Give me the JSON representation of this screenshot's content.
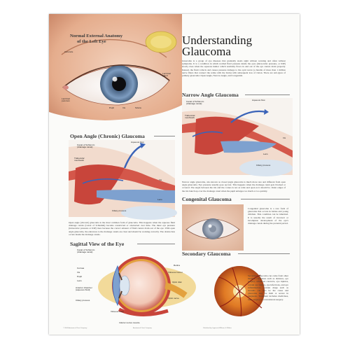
{
  "poster": {
    "title_line1": "Understanding",
    "title_line2": "Glaucoma",
    "intro": "Glaucoma is a group of eye diseases that gradually steals sight without warning and often without symptoms. It is a condition in which normal fluid pressure inside the eyes (intraocular pressure, or IOP) slowly rises when the aqueous humor which normally flows in and out of the eye cannot drain properly. Instead, the fluid collects and causes pressure damage to the optic nerve (a bundle of more than 1 million nerve fibers that connect the retina with the brain) with subsequent loss of vision. There are sub-types of primary glaucoma: Open Angle, Narrow Angle, and Congenital."
  },
  "external": {
    "title_line1": "Normal External Anatomy",
    "title_line2": "of the Left Eye",
    "labels": {
      "caruncle": "Caruncle",
      "lacrimal_gland": "Lacrimal gland",
      "lacrimal_punctum": "Lacrimal punctum",
      "pupil": "Pupil",
      "iris": "Iris",
      "sclera": "Sclera"
    }
  },
  "open_angle": {
    "title": "Open Angle (Chronic) Glaucoma",
    "labels": {
      "canal": "Canal of Schlemm (drainage canal)",
      "aqueous": "Aqueous flow",
      "trabecular": "Trabecular meshwork",
      "iris": "Iris",
      "lens": "Lens",
      "ciliary": "Ciliary process"
    },
    "text": "Open angle (chronic) glaucoma is the most common form of glaucoma. This happens when the aqueous fluid drainage canals (Canal of Schlemm) become constricted or obstructed over time. The inner eye pressure (intraocular pressure or IOP) rises because the correct amount of fluid cannot drain out of the eye. With open angle glaucoma, the entrances to the drainage canals are clear and should be working correctly. The obstruction occurs inside the drainage canals."
  },
  "narrow_angle": {
    "title": "Narrow Angle Glaucoma",
    "labels": {
      "canal": "Canal of Schlemm (drainage canal)",
      "aqueous": "Aqueous flow",
      "trabecular": "Trabecular meshwork",
      "iris": "Iris",
      "lens": "Lens",
      "ciliary": "Ciliary process"
    },
    "text": "Narrow angle glaucoma, also known as closed angle glaucoma is much more rare and different from open angle glaucoma. Eye pressure usually goes up fast. This happens when the drainage canal gets blocked or covered. The angle between the iris and the cornea is not as wide and open as it should be. Outer edges of the iris bunch up over the drainage canal when the pupil enlarges too much or too quickly."
  },
  "sagittal": {
    "title": "Sagittal View of the Eye",
    "labels": {
      "canal": "Canal of Schlemm (drainage canal)",
      "retina": "Retina",
      "vitreous_humor": "Vitreous humor",
      "optic_disk": "Optic disk",
      "cornea": "Cornea",
      "iris": "Iris",
      "pupil": "Pupil",
      "lens": "Lens",
      "anterior_chamber": "Anterior chamber (aqueous fluid)",
      "ciliary": "Ciliary process",
      "optic_nerve": "Optic nerve",
      "vitreous_body": "Vitreous body",
      "inferior_rectus": "Inferior rectus muscle"
    }
  },
  "congenital": {
    "title": "Congenital Glaucoma",
    "text": "Congenital glaucoma is a rare form of glaucoma that occurs in babies and young children. This condition can be inherited. It is usually the result of incorrect or incomplete development of the eye's drainage canals during the prenatal period."
  },
  "secondary": {
    "title": "Secondary Glaucoma",
    "text": "Secondary glaucoma can come from other medical conditions such as diabetes, eye surgery, advanced cataracts, eye injuries, certain eye tumors, eye infections, and eye inflammation. Certain drugs such as steroids can also be the cause and glaucoma may be mild or severe in diagnosis. Treatment includes medicines, laser surgery or conventional surgery."
  },
  "footer": {
    "left": "© 2003 Anatomical Chart Company",
    "mid": "Anatomical Chart Company",
    "right": "Published by Lippincott Williams & Wilkins"
  },
  "colors": {
    "skin": "#e9b89c",
    "iris": "#6f8fb3",
    "tissue_red": "#c8453b",
    "aqueous_blue": "#3a63b8",
    "fundus_orange": "#e07a24"
  }
}
